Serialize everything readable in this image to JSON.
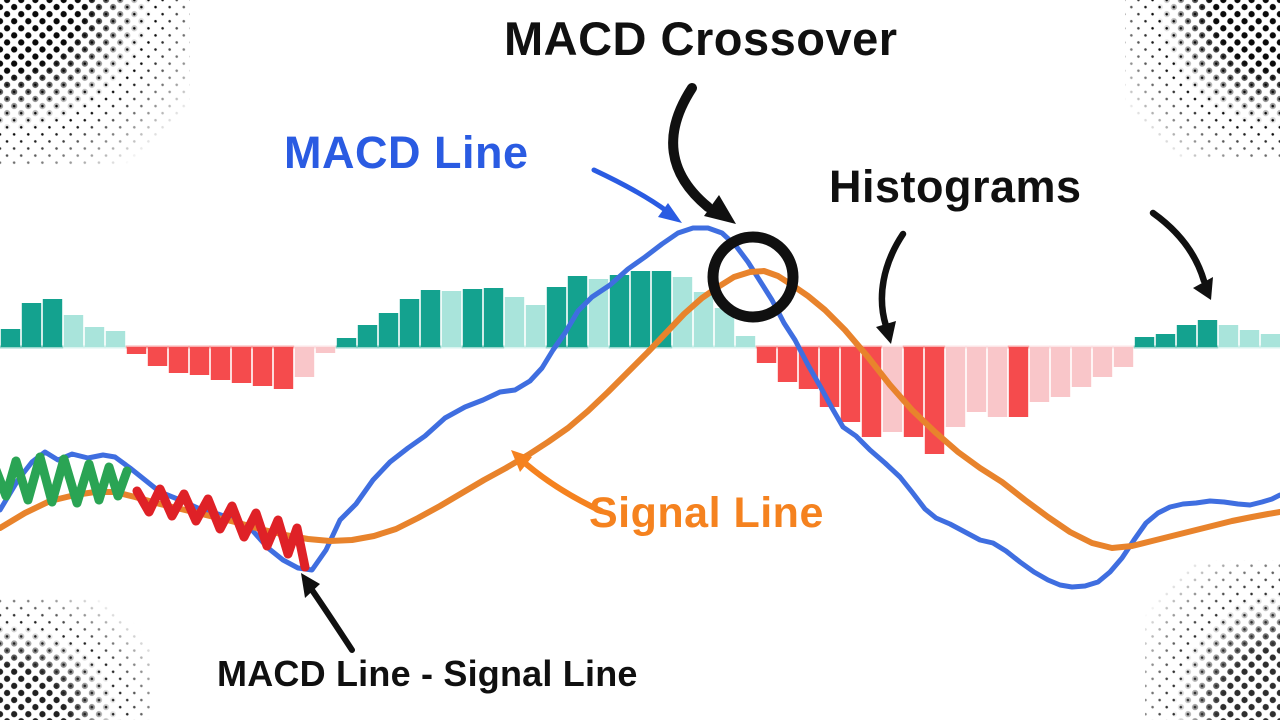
{
  "annotations": {
    "title": "MACD Crossover",
    "macd_line_label": "MACD Line",
    "histograms_label": "Histograms",
    "signal_line_label": "Signal Line",
    "formula_label": "MACD Line - Signal Line"
  },
  "chart_data": {
    "type": "bar",
    "title": "MACD Crossover",
    "zero_line_y": 347,
    "bar_pitch": 21,
    "bar_width": 19.4,
    "legend": [
      "MACD Line",
      "Signal Line",
      "Histograms"
    ],
    "colors": {
      "histogram_teal": "#14A28F",
      "histogram_teal_light": "#A9E4DB",
      "histogram_red": "#F54B4D",
      "histogram_red_light": "#F9C6C9",
      "macd_line": "#3F6EE0",
      "signal_line": "#E8832C",
      "macd_label": "#2A5BE2",
      "signal_label": "#F5821F",
      "scribble_green": "#2AA454",
      "scribble_red": "#DF2127",
      "annotation": "#101010"
    },
    "histogram": [
      {
        "v": 18,
        "c": "histogram_teal"
      },
      {
        "v": 44,
        "c": "histogram_teal"
      },
      {
        "v": 48,
        "c": "histogram_teal"
      },
      {
        "v": 32,
        "c": "histogram_teal_light"
      },
      {
        "v": 20,
        "c": "histogram_teal_light"
      },
      {
        "v": 16,
        "c": "histogram_teal_light"
      },
      {
        "v": -7,
        "c": "histogram_red"
      },
      {
        "v": -19,
        "c": "histogram_red"
      },
      {
        "v": -26,
        "c": "histogram_red"
      },
      {
        "v": -28,
        "c": "histogram_red"
      },
      {
        "v": -33,
        "c": "histogram_red"
      },
      {
        "v": -36,
        "c": "histogram_red"
      },
      {
        "v": -39,
        "c": "histogram_red"
      },
      {
        "v": -42,
        "c": "histogram_red"
      },
      {
        "v": -30,
        "c": "histogram_red_light"
      },
      {
        "v": -6,
        "c": "histogram_red_light"
      },
      {
        "v": 9,
        "c": "histogram_teal"
      },
      {
        "v": 22,
        "c": "histogram_teal"
      },
      {
        "v": 34,
        "c": "histogram_teal"
      },
      {
        "v": 48,
        "c": "histogram_teal"
      },
      {
        "v": 57,
        "c": "histogram_teal"
      },
      {
        "v": 56,
        "c": "histogram_teal_light"
      },
      {
        "v": 58,
        "c": "histogram_teal"
      },
      {
        "v": 59,
        "c": "histogram_teal"
      },
      {
        "v": 50,
        "c": "histogram_teal_light"
      },
      {
        "v": 42,
        "c": "histogram_teal_light"
      },
      {
        "v": 60,
        "c": "histogram_teal"
      },
      {
        "v": 71,
        "c": "histogram_teal"
      },
      {
        "v": 68,
        "c": "histogram_teal_light"
      },
      {
        "v": 72,
        "c": "histogram_teal"
      },
      {
        "v": 76,
        "c": "histogram_teal"
      },
      {
        "v": 76,
        "c": "histogram_teal"
      },
      {
        "v": 70,
        "c": "histogram_teal_light"
      },
      {
        "v": 55,
        "c": "histogram_teal_light"
      },
      {
        "v": 39,
        "c": "histogram_teal_light"
      },
      {
        "v": 11,
        "c": "histogram_teal_light"
      },
      {
        "v": -16,
        "c": "histogram_red"
      },
      {
        "v": -35,
        "c": "histogram_red"
      },
      {
        "v": -42,
        "c": "histogram_red"
      },
      {
        "v": -60,
        "c": "histogram_red"
      },
      {
        "v": -75,
        "c": "histogram_red"
      },
      {
        "v": -90,
        "c": "histogram_red"
      },
      {
        "v": -85,
        "c": "histogram_red_light"
      },
      {
        "v": -90,
        "c": "histogram_red"
      },
      {
        "v": -107,
        "c": "histogram_red"
      },
      {
        "v": -80,
        "c": "histogram_red_light"
      },
      {
        "v": -65,
        "c": "histogram_red_light"
      },
      {
        "v": -70,
        "c": "histogram_red_light"
      },
      {
        "v": -70,
        "c": "histogram_red"
      },
      {
        "v": -55,
        "c": "histogram_red_light"
      },
      {
        "v": -50,
        "c": "histogram_red_light"
      },
      {
        "v": -40,
        "c": "histogram_red_light"
      },
      {
        "v": -30,
        "c": "histogram_red_light"
      },
      {
        "v": -20,
        "c": "histogram_red_light"
      },
      {
        "v": 10,
        "c": "histogram_teal"
      },
      {
        "v": 13,
        "c": "histogram_teal"
      },
      {
        "v": 22,
        "c": "histogram_teal"
      },
      {
        "v": 27,
        "c": "histogram_teal"
      },
      {
        "v": 22,
        "c": "histogram_teal_light"
      },
      {
        "v": 17,
        "c": "histogram_teal_light"
      },
      {
        "v": 13,
        "c": "histogram_teal_light"
      }
    ],
    "series": [
      {
        "name": "macd-line",
        "color_key": "macd_line",
        "stroke_width": 5,
        "points": [
          [
            0,
            510
          ],
          [
            18,
            480
          ],
          [
            32,
            462
          ],
          [
            45,
            452
          ],
          [
            58,
            460
          ],
          [
            72,
            454
          ],
          [
            88,
            458
          ],
          [
            103,
            455
          ],
          [
            115,
            457
          ],
          [
            130,
            468
          ],
          [
            145,
            480
          ],
          [
            160,
            492
          ],
          [
            180,
            500
          ],
          [
            200,
            509
          ],
          [
            218,
            514
          ],
          [
            235,
            520
          ],
          [
            252,
            530
          ],
          [
            268,
            548
          ],
          [
            283,
            560
          ],
          [
            298,
            568
          ],
          [
            312,
            570
          ],
          [
            326,
            550
          ],
          [
            340,
            520
          ],
          [
            356,
            504
          ],
          [
            373,
            480
          ],
          [
            390,
            462
          ],
          [
            408,
            448
          ],
          [
            425,
            436
          ],
          [
            445,
            418
          ],
          [
            465,
            407
          ],
          [
            483,
            400
          ],
          [
            500,
            392
          ],
          [
            515,
            390
          ],
          [
            530,
            381
          ],
          [
            542,
            368
          ],
          [
            553,
            350
          ],
          [
            565,
            333
          ],
          [
            578,
            311
          ],
          [
            592,
            297
          ],
          [
            610,
            285
          ],
          [
            628,
            269
          ],
          [
            645,
            257
          ],
          [
            662,
            244
          ],
          [
            678,
            233
          ],
          [
            693,
            228
          ],
          [
            708,
            228
          ],
          [
            722,
            233
          ],
          [
            736,
            246
          ],
          [
            748,
            262
          ],
          [
            760,
            281
          ],
          [
            772,
            300
          ],
          [
            784,
            323
          ],
          [
            795,
            340
          ],
          [
            808,
            365
          ],
          [
            820,
            386
          ],
          [
            832,
            408
          ],
          [
            843,
            427
          ],
          [
            856,
            436
          ],
          [
            870,
            450
          ],
          [
            885,
            463
          ],
          [
            900,
            477
          ],
          [
            912,
            492
          ],
          [
            925,
            509
          ],
          [
            936,
            518
          ],
          [
            950,
            524
          ],
          [
            965,
            532
          ],
          [
            980,
            540
          ],
          [
            993,
            543
          ],
          [
            1006,
            551
          ],
          [
            1020,
            562
          ],
          [
            1034,
            572
          ],
          [
            1048,
            580
          ],
          [
            1060,
            585
          ],
          [
            1072,
            587
          ],
          [
            1085,
            586
          ],
          [
            1098,
            582
          ],
          [
            1110,
            572
          ],
          [
            1122,
            558
          ],
          [
            1134,
            540
          ],
          [
            1146,
            523
          ],
          [
            1158,
            513
          ],
          [
            1170,
            507
          ],
          [
            1183,
            504
          ],
          [
            1196,
            503
          ],
          [
            1210,
            501
          ],
          [
            1224,
            502
          ],
          [
            1238,
            504
          ],
          [
            1250,
            505
          ],
          [
            1262,
            502
          ],
          [
            1272,
            499
          ],
          [
            1280,
            495
          ]
        ]
      },
      {
        "name": "signal-line",
        "color_key": "signal_line",
        "stroke_width": 6,
        "points": [
          [
            0,
            528
          ],
          [
            25,
            513
          ],
          [
            50,
            501
          ],
          [
            75,
            495
          ],
          [
            95,
            492
          ],
          [
            115,
            492
          ],
          [
            135,
            497
          ],
          [
            160,
            504
          ],
          [
            185,
            510
          ],
          [
            210,
            516
          ],
          [
            235,
            522
          ],
          [
            260,
            529
          ],
          [
            285,
            535
          ],
          [
            308,
            539
          ],
          [
            330,
            541
          ],
          [
            352,
            540
          ],
          [
            374,
            536
          ],
          [
            396,
            529
          ],
          [
            418,
            518
          ],
          [
            440,
            506
          ],
          [
            462,
            493
          ],
          [
            484,
            480
          ],
          [
            506,
            468
          ],
          [
            528,
            455
          ],
          [
            548,
            442
          ],
          [
            568,
            428
          ],
          [
            588,
            411
          ],
          [
            608,
            392
          ],
          [
            628,
            372
          ],
          [
            648,
            352
          ],
          [
            666,
            333
          ],
          [
            684,
            314
          ],
          [
            702,
            298
          ],
          [
            718,
            287
          ],
          [
            734,
            277
          ],
          [
            750,
            272
          ],
          [
            764,
            271
          ],
          [
            778,
            276
          ],
          [
            792,
            285
          ],
          [
            808,
            296
          ],
          [
            825,
            310
          ],
          [
            845,
            330
          ],
          [
            868,
            357
          ],
          [
            890,
            385
          ],
          [
            912,
            410
          ],
          [
            935,
            432
          ],
          [
            958,
            452
          ],
          [
            980,
            468
          ],
          [
            1002,
            482
          ],
          [
            1025,
            500
          ],
          [
            1048,
            517
          ],
          [
            1070,
            532
          ],
          [
            1092,
            543
          ],
          [
            1112,
            548
          ],
          [
            1132,
            546
          ],
          [
            1152,
            541
          ],
          [
            1172,
            536
          ],
          [
            1192,
            531
          ],
          [
            1212,
            526
          ],
          [
            1232,
            521
          ],
          [
            1252,
            517
          ],
          [
            1268,
            514
          ],
          [
            1280,
            512
          ]
        ]
      }
    ],
    "scribbles": [
      {
        "name": "macd-above-signal-scribble",
        "color_key": "scribble_green",
        "stroke_width": 9,
        "points": [
          [
            -4,
            470
          ],
          [
            6,
            496
          ],
          [
            16,
            461
          ],
          [
            28,
            500
          ],
          [
            40,
            457
          ],
          [
            52,
            502
          ],
          [
            64,
            459
          ],
          [
            77,
            503
          ],
          [
            89,
            464
          ],
          [
            99,
            500
          ],
          [
            109,
            467
          ],
          [
            118,
            496
          ],
          [
            127,
            471
          ]
        ]
      },
      {
        "name": "macd-below-signal-scribble",
        "color_key": "scribble_red",
        "stroke_width": 9,
        "points": [
          [
            137,
            491
          ],
          [
            149,
            512
          ],
          [
            160,
            489
          ],
          [
            172,
            516
          ],
          [
            184,
            494
          ],
          [
            196,
            521
          ],
          [
            208,
            499
          ],
          [
            220,
            529
          ],
          [
            232,
            506
          ],
          [
            244,
            537
          ],
          [
            256,
            513
          ],
          [
            267,
            546
          ],
          [
            278,
            520
          ],
          [
            288,
            554
          ],
          [
            297,
            528
          ],
          [
            305,
            567
          ]
        ]
      }
    ]
  }
}
